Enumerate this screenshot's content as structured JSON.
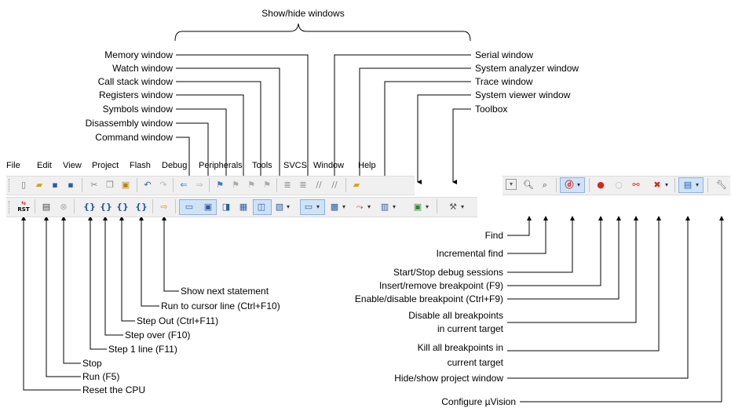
{
  "heading": "Show/hide windows",
  "menu": [
    "File",
    "Edit",
    "View",
    "Project",
    "Flash",
    "Debug",
    "Peripherals",
    "Tools",
    "SVCS",
    "Window",
    "Help"
  ],
  "top_left_labels": {
    "memory": "Memory window",
    "watch": "Watch window",
    "callstack": "Call stack window",
    "registers": "Registers window",
    "symbols": "Symbols window",
    "disassembly": "Disassembly window",
    "command": "Command window"
  },
  "top_right_labels": {
    "serial": "Serial window",
    "sysanalyzer": "System analyzer window",
    "trace": "Trace window",
    "sysviewer": "System viewer window",
    "toolbox": "Toolbox"
  },
  "bottom_left_labels": {
    "show_next": "Show next statement",
    "run_cursor": "Run to cursor line (Ctrl+F10)",
    "step_out": "Step Out (Ctrl+F11)",
    "step_over": "Step over (F10)",
    "step_line": "Step 1 line (F11)",
    "stop": "Stop",
    "run": "Run (F5)",
    "reset": "Reset the CPU"
  },
  "bottom_right_labels": {
    "find": "Find",
    "inc_find": "Incremental find",
    "debug": "Start/Stop debug sessions",
    "insert_bp": "Insert/remove breakpoint (F9)",
    "enable_bp": "Enable/disable breakpoint (Ctrl+F9)",
    "disable_all_1": "Disable all breakpoints",
    "disable_all_2": "in current target",
    "kill_all_1": "Kill all breakpoints in",
    "kill_all_2": "current target",
    "hide_proj": "Hide/show project window",
    "configure": "Configure µVision"
  },
  "toolbar_debug": {
    "rst_label": "RST"
  },
  "colors": {
    "highlight": "#cfe3f8",
    "line": "#000000",
    "breakpoint_red": "#d9261c"
  }
}
